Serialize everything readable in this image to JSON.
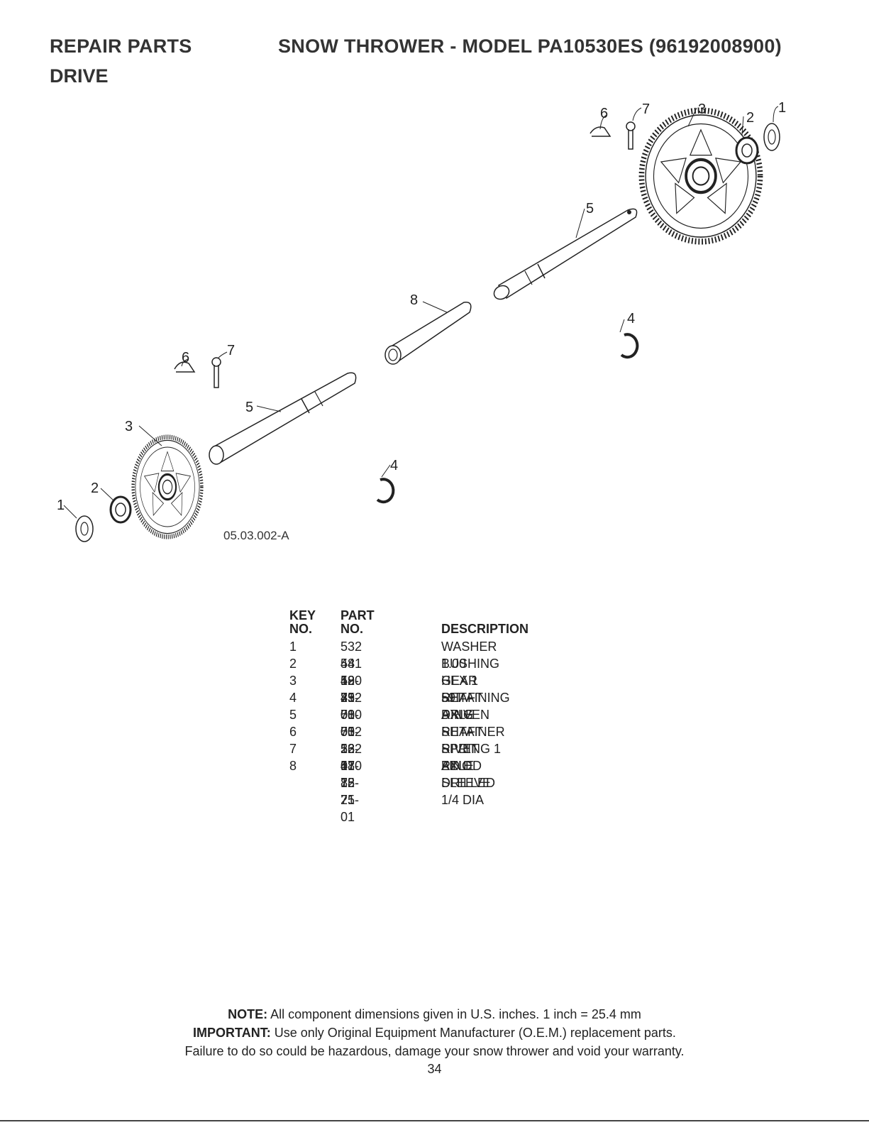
{
  "header": {
    "left": "REPAIR PARTS",
    "right": "SNOW THROWER - MODEL  PA10530ES  (96192008900)",
    "section": "DRIVE"
  },
  "diagram": {
    "ref": "05.03.002-A",
    "callouts": {
      "top_6": "6",
      "top_7": "7",
      "top_3": "3",
      "top_2": "2",
      "top_1": "1",
      "upper_5": "5",
      "sleeve_8": "8",
      "upper_4": "4",
      "left_6": "6",
      "left_7": "7",
      "lower_5": "5",
      "lower_3": "3",
      "lower_2": "2",
      "lower_1": "1",
      "lower_4": "4"
    }
  },
  "parts_table": {
    "col_key": [
      "KEY",
      "NO."
    ],
    "col_part": [
      "PART",
      "NO."
    ],
    "col_desc": "DESCRIPTION",
    "rows": [
      {
        "key": "1",
        "part": "532 44 49-49",
        "desc": "WASHER 1.00"
      },
      {
        "key": "2",
        "part": "581 12 23-01",
        "desc": "BUSHING HEX 1 SHAFT"
      },
      {
        "key": "3",
        "part": "580 75 73-01",
        "desc": "GEAR 59T DRIVEN"
      },
      {
        "key": "4",
        "part": "812 00 00-53",
        "desc": "RETAINING RING"
      },
      {
        "key": "5",
        "part": "580 75 26-01",
        "desc": "AXLE SHAFT SPLIT"
      },
      {
        "key": "6",
        "part": "532 12 47-88",
        "desc": "RETAINER SPRING 1 ZINC"
      },
      {
        "key": "7",
        "part": "532 17 12-71",
        "desc": "RIVET RD HD DRILLED 1/4 DIA"
      },
      {
        "key": "8",
        "part": "580 75 25-01",
        "desc": "AXLE SLEEVE"
      }
    ]
  },
  "notes": {
    "note_label": "NOTE:",
    "note_text": " All component dimensions given in U.S. inches.    1 inch = 25.4 mm",
    "important_label": "IMPORTANT:",
    "important_text": " Use only Original Equipment Manufacturer (O.E.M.) replacement parts.",
    "warning": "Failure to do so could be hazardous, damage your snow thrower and void your warranty."
  },
  "page_number": "34"
}
